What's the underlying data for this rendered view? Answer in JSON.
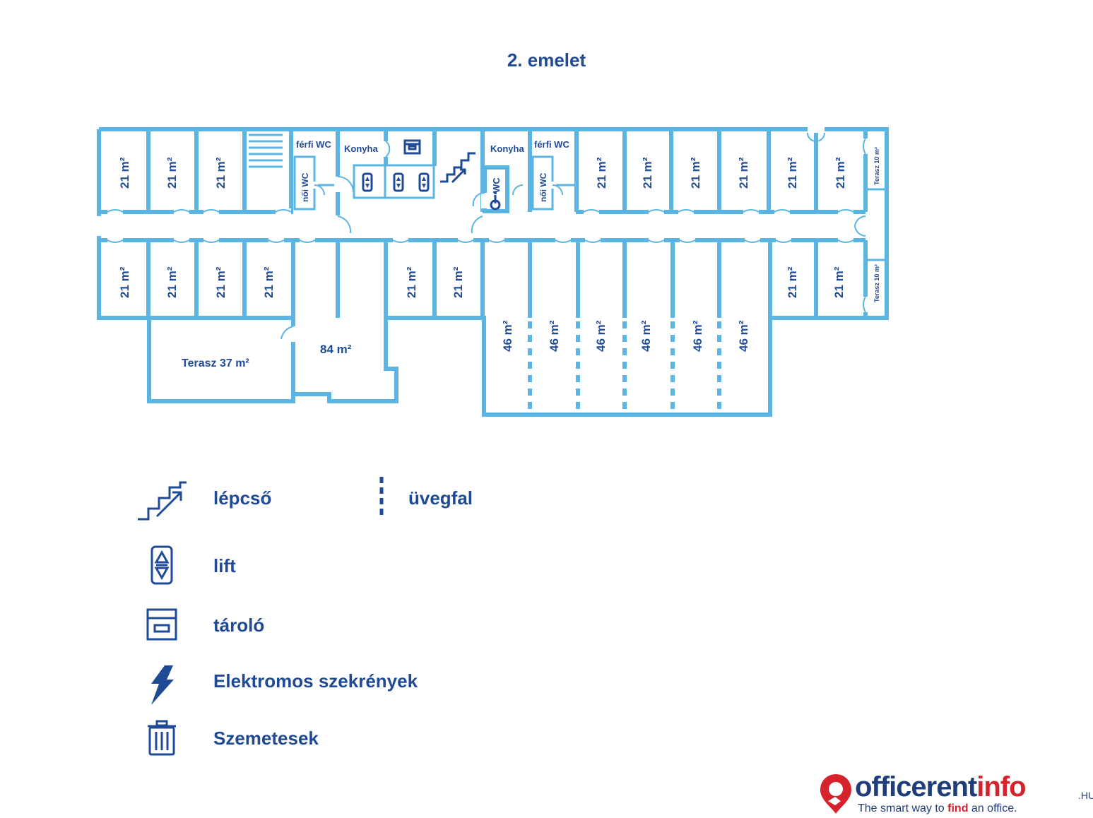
{
  "title": "2. emelet",
  "rooms": {
    "r21": "21 m²",
    "r46": "46 m²",
    "r84": "84 m²",
    "terasz37": "Terasz 37 m²",
    "terasz10": "Terasz 10 m²",
    "ferfi_wc": "férfi WC",
    "noi_wc": "női WC",
    "konyha": "Konyha",
    "wc": "WC"
  },
  "legend": {
    "lepcso": "lépcső",
    "uvegfal": "üvegfal",
    "lift": "lift",
    "tarolo": "tároló",
    "elektromos": "Elektromos szekrények",
    "szemetesek": "Szemetesek"
  },
  "icons": [
    "stairs-icon",
    "glass-wall-icon",
    "lift-icon",
    "storage-icon",
    "lightning-icon",
    "trash-icon",
    "wheelchair-icon"
  ],
  "logo": {
    "word_a": "officerent",
    "word_b": "info",
    "suffix": ".HU",
    "tag_a": "The smart way to ",
    "tag_b": "find",
    "tag_c": " an office."
  },
  "colors": {
    "wall": "#5ab5e3",
    "text": "#1f4a96",
    "brand_red": "#d6222a",
    "brand_navy": "#1f3d7a"
  }
}
